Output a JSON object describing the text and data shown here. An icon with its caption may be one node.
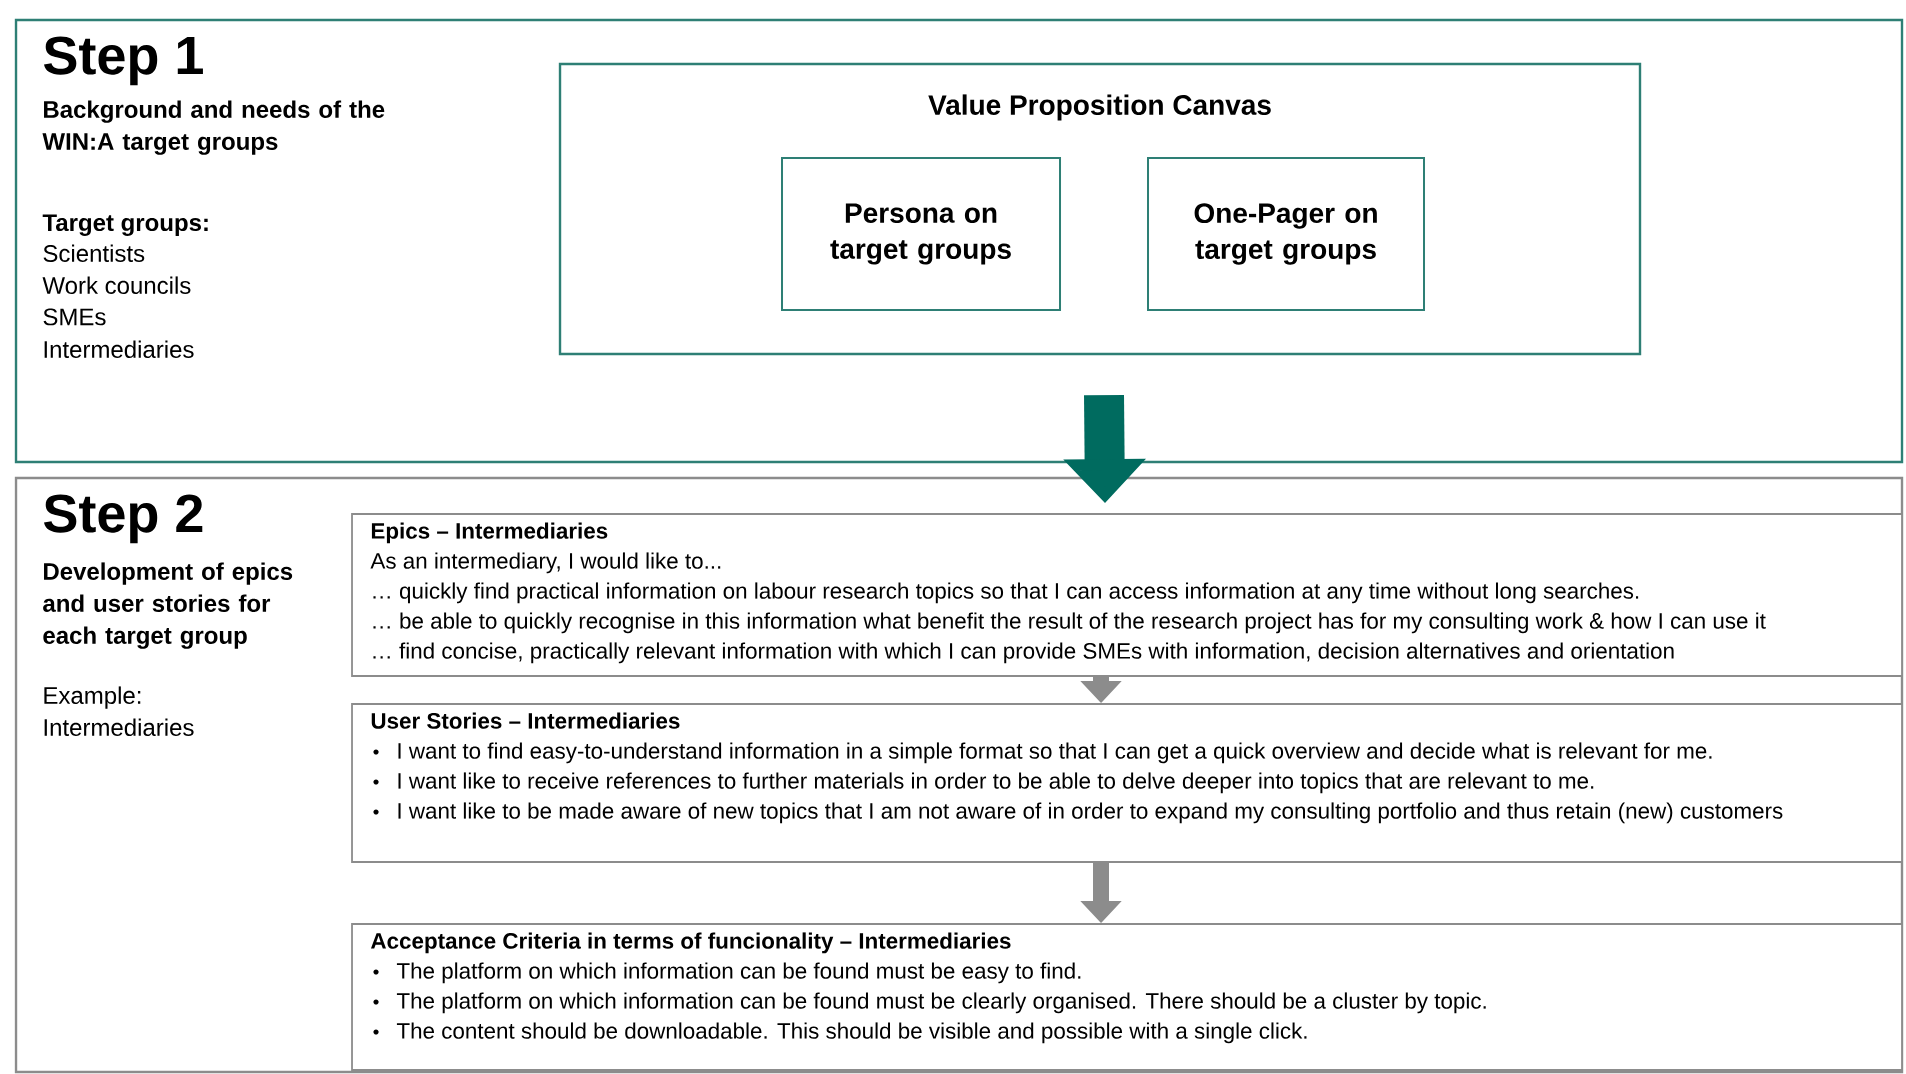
{
  "diagram": {
    "nodes": [
      {
        "text": [
          "Step 1",
          "Background and needs of the WIN:A target groups",
          "Target groups:",
          "Scientists",
          "Work councils",
          "SMEs",
          "Intermediaries"
        ]
      },
      {
        "text": [
          "Value Proposition Canvas"
        ],
        "in": 0
      },
      {
        "text": [
          "Persona on target groups"
        ],
        "in": 1
      },
      {
        "text": [
          "One-Pager on target groups"
        ],
        "in": 1
      },
      {
        "text": [
          "Step 2",
          "Development of epics and user stories for each target group",
          "Example:",
          "Intermediaries"
        ]
      },
      {
        "text": [
          "Epics – Intermediaries",
          "As an intermediary, I would like to...",
          "… quickly find practical information on labour research topics so that I can access information at any time without long searches.",
          "… be able to quickly recognise in this information what benefit the result of the research project has for my consulting work & how I can use it",
          "… find concise, practically relevant information with which I can provide SMEs with information, decision alternatives and orientation"
        ],
        "in": 4
      },
      {
        "text": [
          "User Stories – Intermediaries",
          "I want to find easy-to-understand information in a simple format so that I can get a quick overview and decide what is relevant for me.",
          "I want like to receive references to further materials in order to be able to delve deeper into topics that are relevant to me.",
          "I want like to be made aware of new topics that I am not aware of in order to expand my consulting portfolio and thus retain (new) customers"
        ],
        "in": 4
      },
      {
        "text": [
          "Acceptance Criteria in terms of funcionality – Intermediaries",
          "The platform on which information can be found must be easy to find.",
          "The platform on which information can be found must be clearly organised. There should be a cluster by topic.",
          "The content should be downloadable. This should be visible and possible with a single click."
        ],
        "in": 4
      }
    ],
    "edges": [
      {
        "from": 1,
        "to": 5,
        "arrow": "to",
        "style": "thick",
        "color": "#006b5f"
      },
      {
        "from": 5,
        "to": 6,
        "arrow": "to"
      },
      {
        "from": 6,
        "to": 7,
        "arrow": "to"
      }
    ]
  }
}
